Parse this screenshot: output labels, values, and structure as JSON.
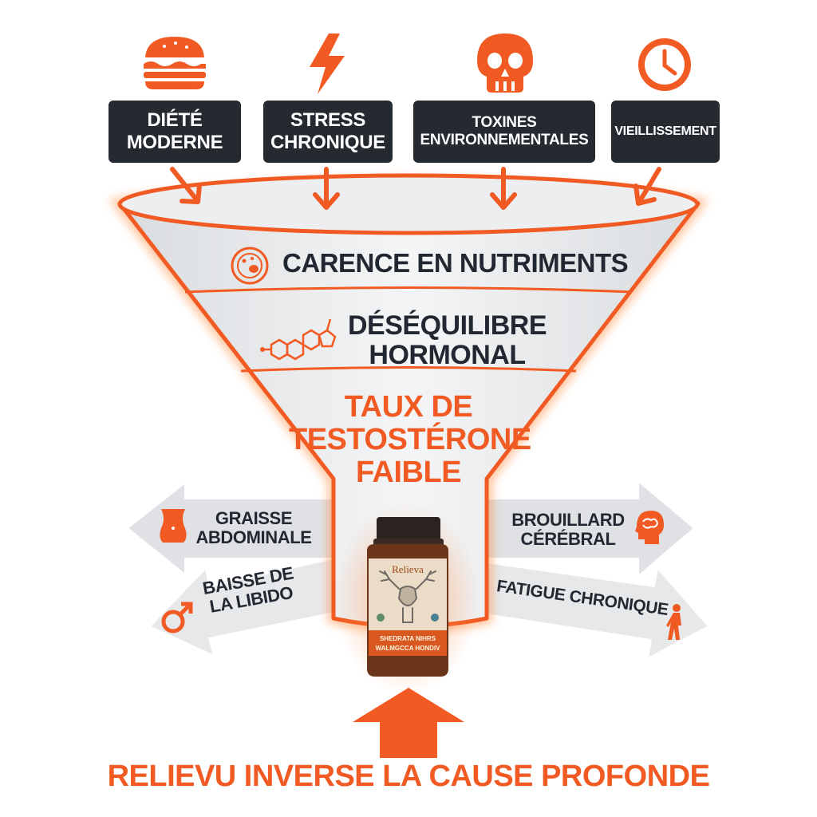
{
  "causes": [
    {
      "icon": "burger-icon",
      "label": "DIÉTÉ\nMODERNE"
    },
    {
      "icon": "lightning-icon",
      "label": "STRESS\nCHRONIQUE"
    },
    {
      "icon": "skull-icon",
      "label": "TOXINES\nENVIRONNEMENTALES"
    },
    {
      "icon": "clock-icon",
      "label": "VIEILLISSEMENT"
    }
  ],
  "funnel": {
    "level1": {
      "icon": "cell-icon",
      "label": "CARENCE EN NUTRIMENTS"
    },
    "level2": {
      "icon": "molecule-icon",
      "label": "DÉSÉQUILIBRE\nHORMONAL"
    },
    "level3": {
      "label": "TAUX DE\nTESTOSTÉRONE\nFAIBLE"
    }
  },
  "symptoms": {
    "left": [
      {
        "icon": "waist-icon",
        "label": "GRAISSE\nABDOMINALE"
      },
      {
        "icon": "male-symbol-icon",
        "label": "BAISSE DE\nLA LIBIDO"
      }
    ],
    "right": [
      {
        "icon": "brain-head-icon",
        "label": "BROUILLARD\nCÉRÉBRAL"
      },
      {
        "icon": "tired-person-icon",
        "label": "FATIGUE CHRONIQUE"
      }
    ]
  },
  "product": {
    "brand": "Relieva",
    "label_line1": "SHEDRATA NIHRS",
    "label_line2": "WALMGCCA HONDIV",
    "icon": "deer-icon"
  },
  "caption": "RELIEVU INVERSE LA CAUSE PROFONDE",
  "colors": {
    "accent": "#f15a22",
    "dark": "#252a31",
    "funnel": "#e3e5e8",
    "bg": "#ffffff"
  }
}
